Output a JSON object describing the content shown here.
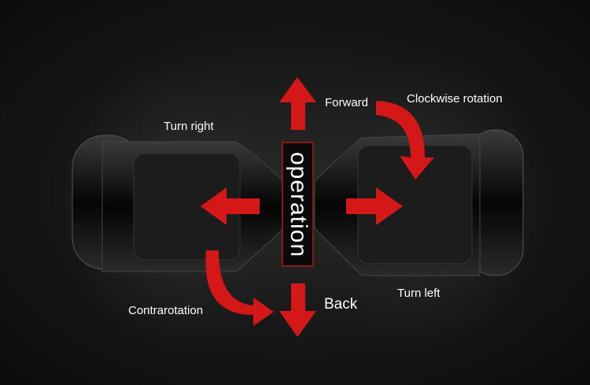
{
  "center_label": "operation",
  "labels": {
    "forward": "Forward",
    "back": "Back",
    "turn_right": "Turn right",
    "turn_left": "Turn left",
    "clockwise": "Clockwise rotation",
    "contrarotation": "Contrarotation"
  },
  "colors": {
    "arrow": "#d41818",
    "box_border": "#8a1a1a"
  }
}
